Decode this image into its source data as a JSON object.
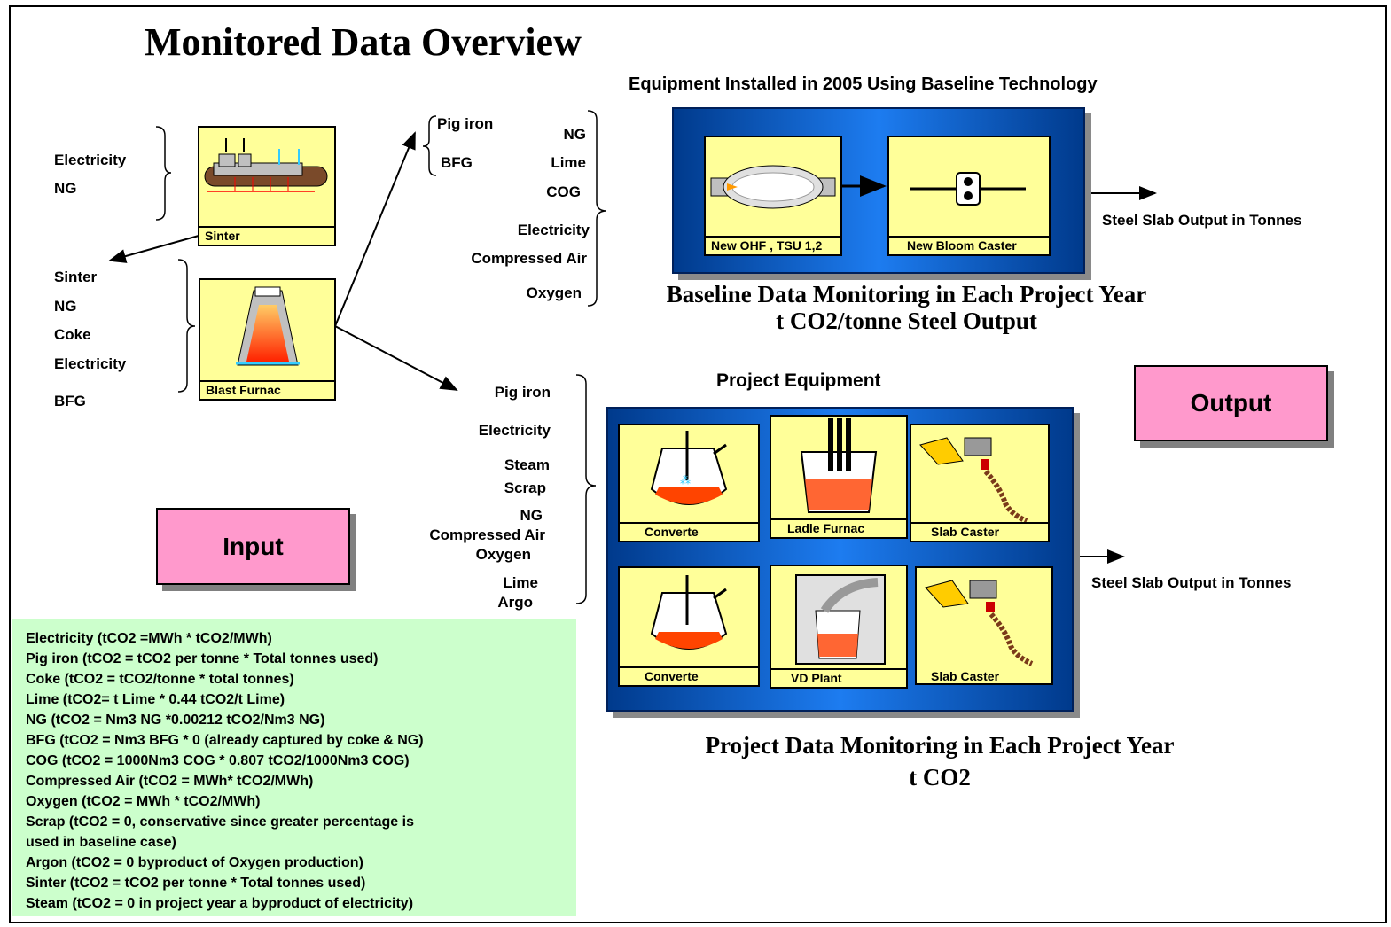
{
  "title": "Monitored Data Overview",
  "sinter_inputs": [
    "Electricity",
    "NG"
  ],
  "furnace_inputs": [
    "Sinter",
    "NG",
    "Coke",
    "Electricity",
    "BFG"
  ],
  "furnace_outputs": [
    "Pig iron",
    "BFG"
  ],
  "baseline_inputs": [
    "NG",
    "Lime",
    "COG",
    "Electricity",
    "Compressed Air",
    "Oxygen"
  ],
  "project_inputs": [
    "Pig iron",
    "Electricity",
    "Steam",
    "Scrap",
    "NG",
    "Compressed Air",
    "Oxygen",
    "Lime",
    "Argo"
  ],
  "units": {
    "sinter": "Sinter",
    "blast_furnace": "Blast Furnac",
    "ohf": "New OHF , TSU 1,2",
    "bloom_caster": "New Bloom Caster",
    "converter1": "Converte",
    "ladle_furnace": "Ladle Furnac",
    "slab_caster1": "Slab Caster",
    "converter2": "Converte",
    "vd_plant": "VD Plant",
    "slab_caster2": "Slab Caster"
  },
  "baseline": {
    "header": "Equipment Installed in 2005 Using Baseline Technology",
    "output": "Steel Slab Output in Tonnes",
    "caption_line1": "Baseline Data Monitoring in Each Project Year",
    "caption_line2": "t CO2/tonne Steel Output"
  },
  "project": {
    "header": "Project Equipment",
    "output": "Steel Slab Output in Tonnes",
    "caption_line1": "Project Data Monitoring in Each Project Year",
    "caption_line2": "t CO2"
  },
  "input_label": "Input",
  "output_label": "Output",
  "formulas": [
    "Electricity (tCO2 =MWh * tCO2/MWh)",
    "Pig iron (tCO2 = tCO2 per tonne * Total tonnes used)",
    "Coke (tCO2 = tCO2/tonne * total tonnes)",
    "Lime (tCO2= t Lime * 0.44 tCO2/t Lime)",
    "NG (tCO2 = Nm3 NG *0.00212 tCO2/Nm3 NG)",
    "BFG (tCO2 = Nm3 BFG * 0 (already captured by coke & NG)",
    "COG (tCO2 = 1000Nm3 COG * 0.807 tCO2/1000Nm3 COG)",
    "Compressed Air (tCO2 = MWh* tCO2/MWh)",
    "Oxygen (tCO2 = MWh * tCO2/MWh)",
    "Scrap (tCO2 = 0, conservative since greater percentage is",
    "used in baseline case)",
    "Argon (tCO2 = 0 byproduct of Oxygen production)",
    "Sinter (tCO2 = tCO2 per tonne * Total tonnes used)",
    "Steam (tCO2 = 0 in project year a byproduct of electricity)"
  ]
}
